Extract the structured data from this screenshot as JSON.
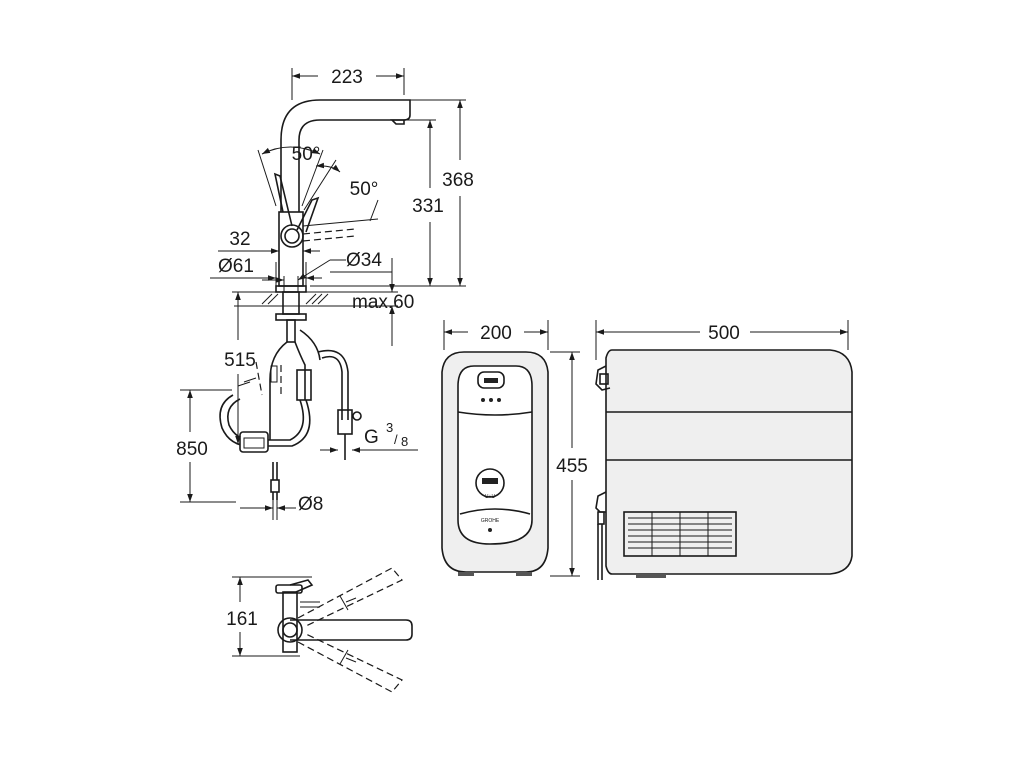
{
  "dimensions": {
    "spout_reach": "223",
    "swivel_angle_top": "50°",
    "swivel_angle_side": "50°",
    "total_height": "368",
    "spout_height": "331",
    "lever_offset": "32",
    "base_diameter": "Ø61",
    "mount_hole_diameter": "Ø34",
    "max_deck_thickness": "max.60",
    "hose_length_515": "515",
    "hose_length_850": "850",
    "connection_thread_prefix": "G",
    "connection_thread_num": "3",
    "connection_thread_den": "8",
    "outlet_diameter": "Ø8",
    "bottom_height": "161",
    "boiler_width": "200",
    "boiler_height": "455",
    "boiler_depth": "500"
  },
  "boiler_label": "GROHE"
}
